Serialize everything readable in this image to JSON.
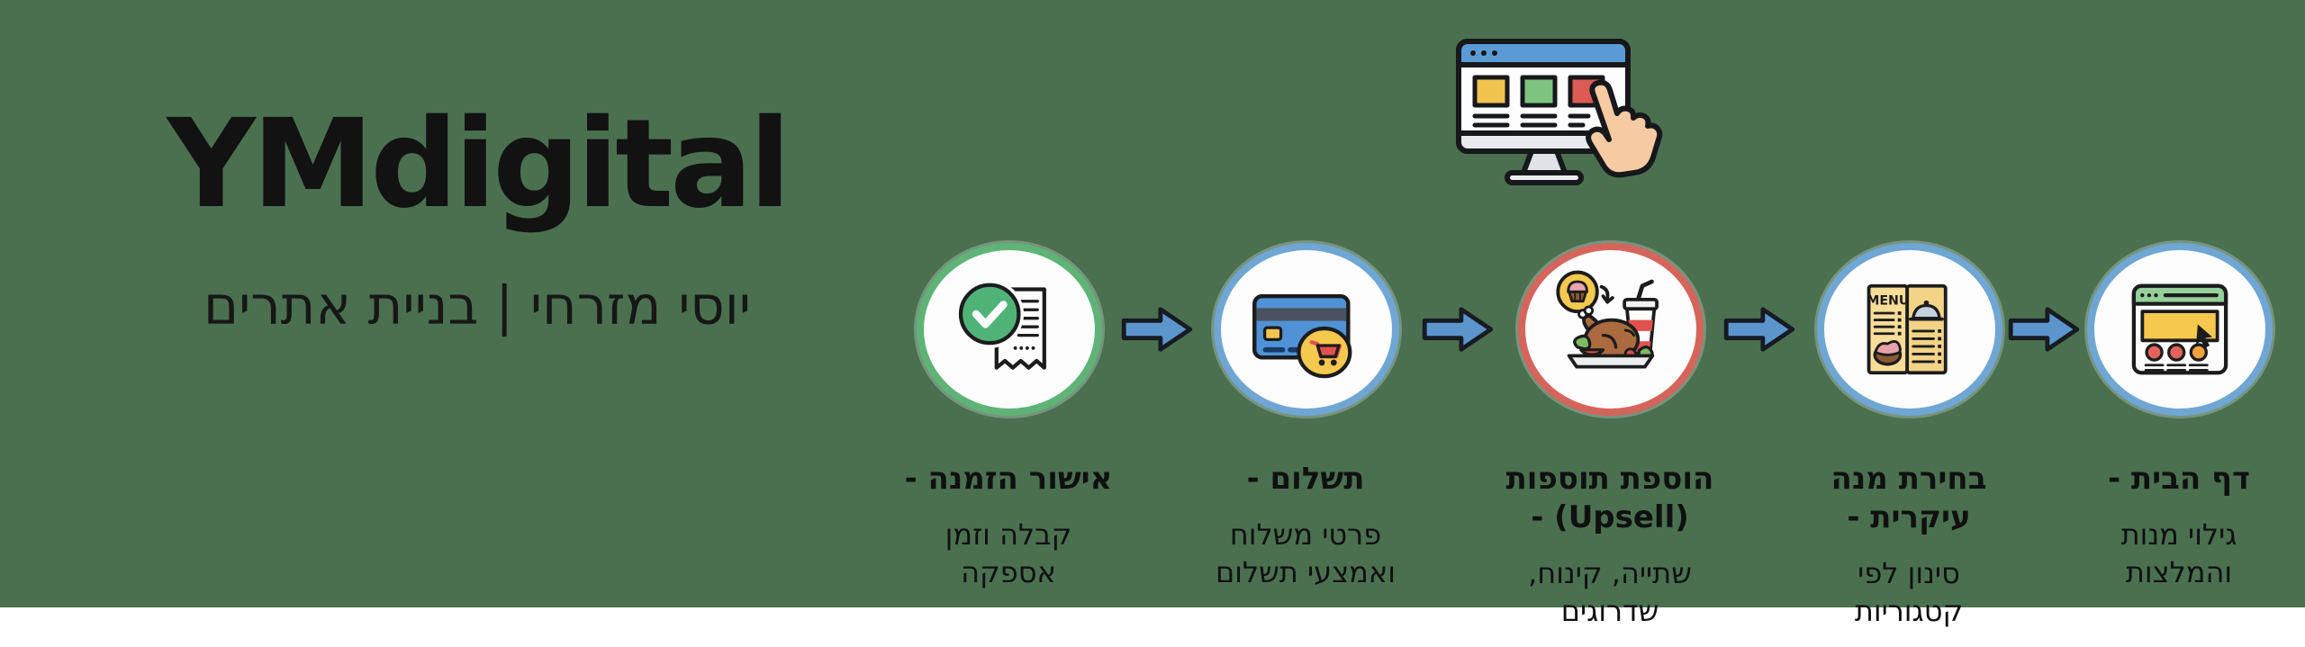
{
  "brand": {
    "name": "YMdigital",
    "tagline": "יוסי מזרחי | בניית אתרים"
  },
  "flow": {
    "top_icon": "browser-click-icon",
    "menu_label": "MENU",
    "steps": [
      {
        "name": "order-confirmation",
        "icon": "receipt-check-icon",
        "ring_color": "#5fb377",
        "title": "אישור הזמנה -",
        "desc": "קבלה וזמן\nאספקה"
      },
      {
        "name": "payment",
        "icon": "credit-card-cart-icon",
        "ring_color": "#70a6d4",
        "title": "תשלום -",
        "desc": "פרטי משלוח\nואמצעי תשלום"
      },
      {
        "name": "upsell",
        "icon": "meal-drink-upsell-icon",
        "ring_color": "#d5655c",
        "title": "הוספת תוספות\n(Upsell) -",
        "desc": "שתייה, קינוח,\nשדרוגים"
      },
      {
        "name": "main-course",
        "icon": "menu-icon",
        "ring_color": "#70a6d4",
        "title": "בחירת מנה\nעיקרית -",
        "desc": "סינון לפי\nקטגוריות"
      },
      {
        "name": "home-page",
        "icon": "website-icon",
        "ring_color": "#70a6d4",
        "title": "דף הבית -",
        "desc": "גילוי מנות\nוהמלצות"
      }
    ]
  },
  "colors": {
    "background": "#4a7050",
    "arrow": "#5b95cc",
    "outline": "#1c1c1c",
    "text": "#101010",
    "ring_green": "#5fb377",
    "ring_blue": "#70a6d4",
    "ring_red": "#d5655c",
    "card_blue": "#4f93d6",
    "accent_yellow": "#f5c84e",
    "accent_red": "#e0524e",
    "accent_green": "#95cf99"
  }
}
